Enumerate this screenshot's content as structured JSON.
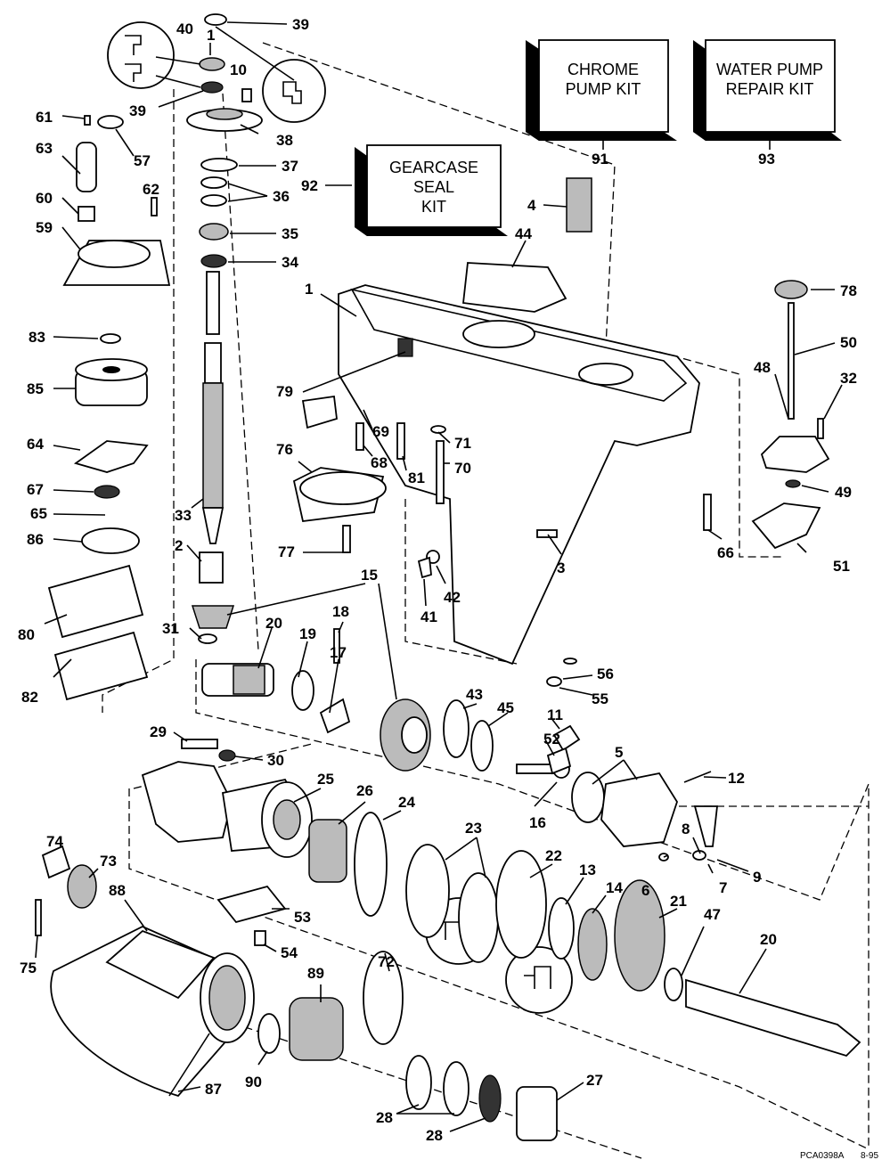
{
  "kits": {
    "chrome": {
      "line1": "CHROME",
      "line2": "PUMP KIT",
      "num": "91"
    },
    "water": {
      "line1": "WATER PUMP",
      "line2": "REPAIR KIT",
      "num": "93"
    },
    "seal": {
      "line1": "GEARCASE",
      "line2": "SEAL",
      "line3": "KIT",
      "num": "92"
    }
  },
  "labels": {
    "l39a": "39",
    "l40": "40",
    "l1a": "1",
    "l10": "10",
    "l39b": "39",
    "l61": "61",
    "l57": "57",
    "l63": "63",
    "l38": "38",
    "l37": "37",
    "l36": "36",
    "l62": "62",
    "l60": "60",
    "l59": "59",
    "l35": "35",
    "l34": "34",
    "l4": "4",
    "l44": "44",
    "l1b": "1",
    "l78": "78",
    "l83": "83",
    "l50": "50",
    "l85": "85",
    "l79": "79",
    "l48": "48",
    "l32": "32",
    "l69": "69",
    "l71": "71",
    "l64": "64",
    "l68": "68",
    "l81": "81",
    "l70": "70",
    "l76": "76",
    "l67": "67",
    "l49": "49",
    "l65": "65",
    "l33": "33",
    "l86": "86",
    "l66": "66",
    "l77": "77",
    "l3": "3",
    "l51": "51",
    "l2": "2",
    "l15": "15",
    "l42": "42",
    "l80": "80",
    "l41": "41",
    "l18": "18",
    "l20a": "20",
    "l31": "31",
    "l19": "19",
    "l17": "17",
    "l82": "82",
    "l56": "56",
    "l55": "55",
    "l43": "43",
    "l45": "45",
    "l11": "11",
    "l29": "29",
    "l52": "52",
    "l30": "30",
    "l5": "5",
    "l12": "12",
    "l25": "25",
    "l26": "26",
    "l24": "24",
    "l16": "16",
    "l23": "23",
    "l8": "8",
    "l9": "9",
    "l74": "74",
    "l73": "73",
    "l22": "22",
    "l13": "13",
    "l6": "6",
    "l7": "7",
    "l88": "88",
    "l53": "53",
    "l14": "14",
    "l21": "21",
    "l47": "47",
    "l20b": "20",
    "l54": "54",
    "l75": "75",
    "l89": "89",
    "l72": "72",
    "l87": "87",
    "l90": "90",
    "l27": "27",
    "l28a": "28",
    "l28b": "28"
  },
  "footer": {
    "code": "PCA0398A",
    "date": "8-95"
  }
}
